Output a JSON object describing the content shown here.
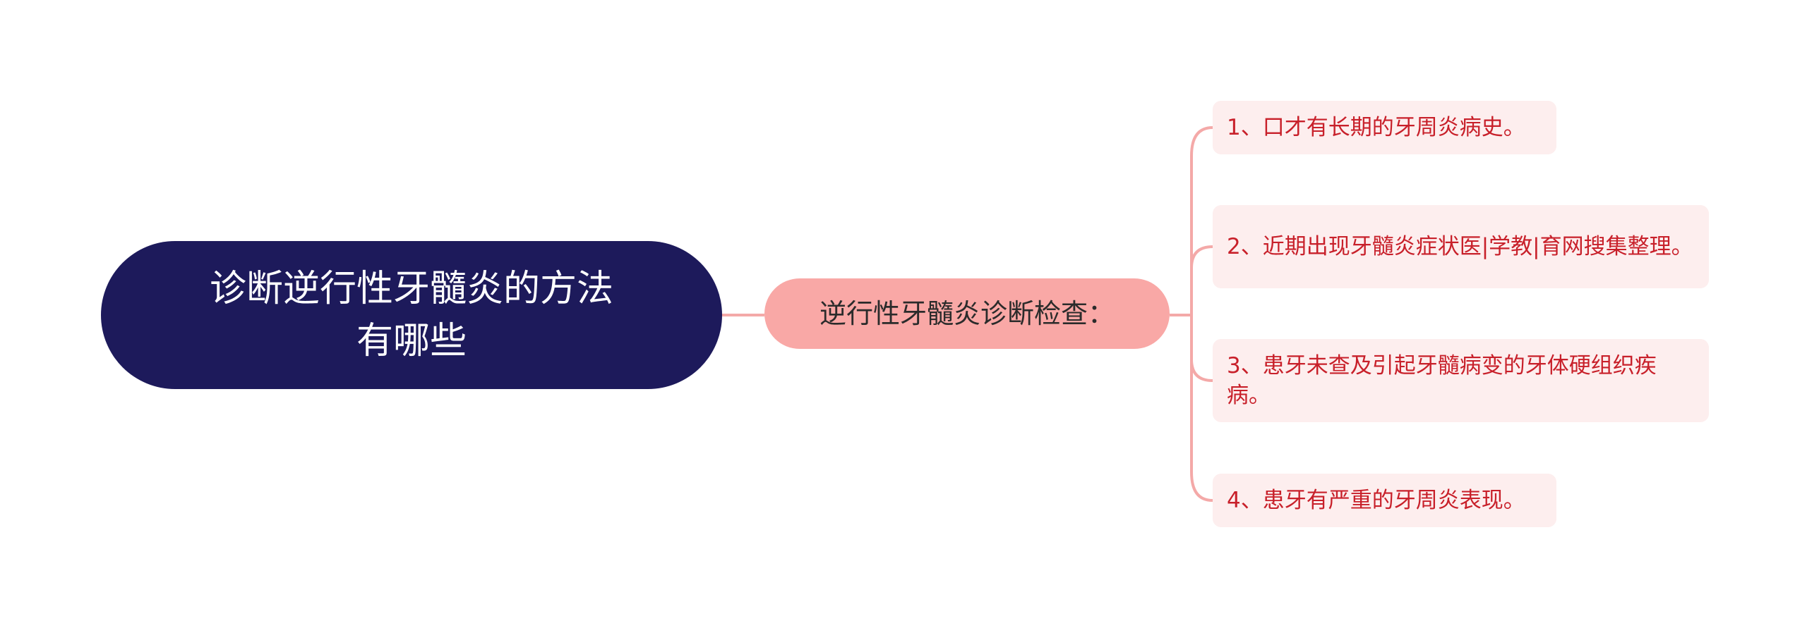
{
  "mindmap": {
    "root": {
      "label": "诊断逆行性牙髓炎的方法\n有哪些"
    },
    "branch": {
      "label": "逆行性牙髓炎诊断检查："
    },
    "leaves": [
      {
        "label": "1、口才有长期的牙周炎病史。"
      },
      {
        "label": "2、近期出现牙髓炎症状医|学教|育网搜集整理。"
      },
      {
        "label": "3、患牙未查及引起牙髓病变的牙体硬组织疾病。"
      },
      {
        "label": "4、患牙有严重的牙周炎表现。"
      }
    ]
  },
  "colors": {
    "root_fill": "#1d1a5b",
    "root_text": "#ffffff",
    "branch_fill": "#f9a8a6",
    "branch_text": "#2b2b2b",
    "leaf_fill": "#fdeeee",
    "leaf_text": "#c8202a",
    "connector": "#f4a9a8"
  }
}
